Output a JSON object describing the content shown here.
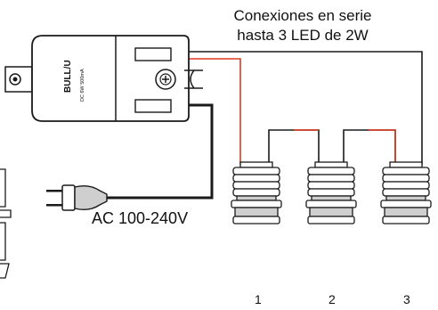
{
  "title_line1": "Conexiones en serie",
  "title_line2": "hasta 3 LED de 2W",
  "driver": {
    "brand": "BULL/U",
    "spec": "DC 6W 500mA"
  },
  "input_label": "AC 100-240V",
  "lamps": [
    {
      "number": "1"
    },
    {
      "number": "2"
    },
    {
      "number": "3"
    }
  ],
  "colors": {
    "line": "#1a1a1a",
    "positive_wire": "#e03a1e",
    "body_fill": "#ffffff",
    "shade": "#cfcfcf"
  }
}
